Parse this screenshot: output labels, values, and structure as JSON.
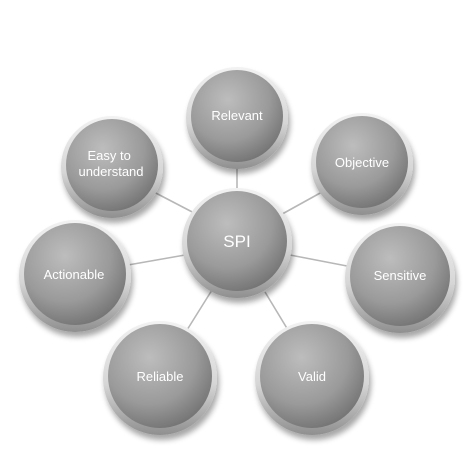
{
  "hub": {
    "label": "SPI"
  },
  "nodes": [
    {
      "id": "relevant",
      "label": "Relevant"
    },
    {
      "id": "objective",
      "label": "Objective"
    },
    {
      "id": "sensitive",
      "label": "Sensitive"
    },
    {
      "id": "valid",
      "label": "Valid"
    },
    {
      "id": "reliable",
      "label": "Reliable"
    },
    {
      "id": "actionable",
      "label": "Actionable"
    },
    {
      "id": "easy-to-understand",
      "label_lines": [
        "Easy to",
        "understand"
      ]
    }
  ],
  "colors": {
    "node_fill_light": "#b8b8b8",
    "node_fill_dark": "#6e6e6e",
    "rim": "#e9e9e9",
    "connector": "#b7b7b7",
    "text": "#ffffff"
  }
}
